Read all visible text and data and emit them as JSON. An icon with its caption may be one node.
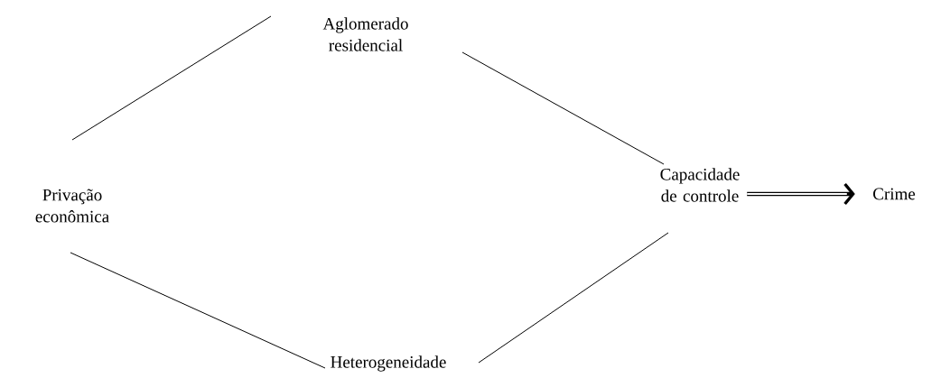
{
  "diagram": {
    "nodes": [
      {
        "text": [
          "Aglomerado residencial"
        ]
      },
      {
        "text": [
          "Privação econômica"
        ]
      },
      {
        "text": [
          "Capacidade de controle"
        ]
      },
      {
        "text": [
          "Crime"
        ]
      },
      {
        "text": [
          "Heterogeneidade"
        ]
      }
    ],
    "edges": [
      {
        "from": 1,
        "to": 0,
        "arrow": "none"
      },
      {
        "from": 0,
        "to": 2,
        "arrow": "none"
      },
      {
        "from": 1,
        "to": 4,
        "arrow": "none"
      },
      {
        "from": 4,
        "to": 2,
        "arrow": "none"
      },
      {
        "from": 2,
        "to": 3,
        "arrow": "to",
        "style": "thick"
      }
    ]
  }
}
